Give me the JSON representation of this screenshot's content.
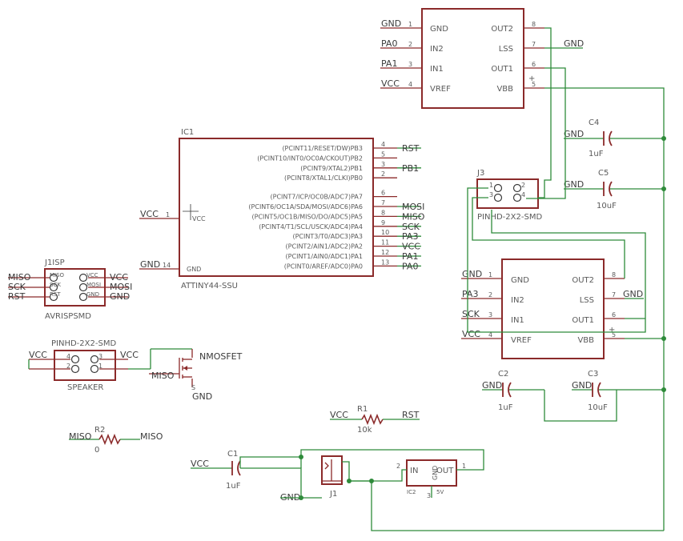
{
  "drivers": {
    "top": {
      "pins_left": [
        {
          "num": "1",
          "name": "GND",
          "net": "GND"
        },
        {
          "num": "2",
          "name": "IN2",
          "net": "PA0"
        },
        {
          "num": "3",
          "name": "IN1",
          "net": "PA1"
        },
        {
          "num": "4",
          "name": "VREF",
          "net": "VCC"
        }
      ],
      "pins_right": [
        {
          "num": "8",
          "name": "OUT2"
        },
        {
          "num": "7",
          "name": "LSS",
          "net": "GND"
        },
        {
          "num": "6",
          "name": "OUT1"
        },
        {
          "num": "5",
          "name": "VBB"
        }
      ]
    },
    "bottom": {
      "pins_left": [
        {
          "num": "1",
          "name": "GND",
          "net": "GND"
        },
        {
          "num": "2",
          "name": "IN2",
          "net": "PA3"
        },
        {
          "num": "3",
          "name": "IN1",
          "net": "SCK"
        },
        {
          "num": "4",
          "name": "VREF",
          "net": "VCC"
        }
      ],
      "pins_right": [
        {
          "num": "8",
          "name": "OUT2"
        },
        {
          "num": "7",
          "name": "LSS",
          "net": "GND"
        },
        {
          "num": "6",
          "name": "OUT1"
        },
        {
          "num": "5",
          "name": "VBB"
        }
      ]
    }
  },
  "ic1": {
    "ref": "IC1",
    "value": "ATTINY44-SSU",
    "vcc_net": "VCC",
    "vcc_pin": "1",
    "vcc_name": "VCC",
    "gnd_net": "GND",
    "gnd_pin": "14",
    "gnd_name": "GND",
    "pins": [
      {
        "name": "(PCINT11/RESET/DW)PB3",
        "num": "4",
        "net": "RST"
      },
      {
        "name": "(PCINT10/INT0/OC0A/CKOUT)PB2",
        "num": "5",
        "net": ""
      },
      {
        "name": "(PCINT9/XTAL2)PB1",
        "num": "3",
        "net": "PB1"
      },
      {
        "name": "(PCINT8/XTAL1/CLKI)PB0",
        "num": "2",
        "net": ""
      },
      {
        "name": "(PCINT7/ICP/OC0B/ADC7)PA7",
        "num": "6",
        "net": ""
      },
      {
        "name": "(PCINT6/OC1A/SDA/MOSI/ADC6)PA6",
        "num": "7",
        "net": "MOSI"
      },
      {
        "name": "(PCINT5/OC1B/MISO/DO/ADC5)PA5",
        "num": "8",
        "net": "MISO"
      },
      {
        "name": "(PCINT4/T1/SCL/USCK/ADC4)PA4",
        "num": "9",
        "net": "SCK"
      },
      {
        "name": "(PCINT3/T0/ADC3)PA3",
        "num": "10",
        "net": "PA3"
      },
      {
        "name": "(PCINT2/AIN1/ADC2)PA2",
        "num": "11",
        "net": "VCC"
      },
      {
        "name": "(PCINT1/AIN0/ADC1)PA1",
        "num": "12",
        "net": "PA1"
      },
      {
        "name": "(PCINT0/AREF/ADC0)PA0",
        "num": "13",
        "net": "PA0"
      }
    ]
  },
  "j1isp": {
    "ref": "J1ISP",
    "value": "AVRISPSMD",
    "pad_left": [
      "MISO",
      "SCK",
      "RST"
    ],
    "pad_right": [
      "VCC",
      "MOSI",
      "GND"
    ],
    "net_left": [
      "MISO",
      "SCK",
      "RST"
    ],
    "net_right": [
      "VCC",
      "MOSI",
      "GND"
    ]
  },
  "speaker": {
    "value": "PINHD-2X2-SMD",
    "label": "SPEAKER",
    "pins": [
      "4",
      "3",
      "2",
      "1"
    ],
    "net_left": "VCC",
    "net_right": "VCC"
  },
  "mosfet": {
    "value": "NMOSFET",
    "gate_net": "MISO",
    "source_label": "S",
    "source_net": "GND"
  },
  "j3": {
    "ref": "J3",
    "value": "PINHD-2X2-SMD",
    "pins": [
      "3",
      "1",
      "2",
      "4"
    ]
  },
  "caps": {
    "c4": {
      "ref": "C4",
      "value": "1uF",
      "net": "GND"
    },
    "c5": {
      "ref": "C5",
      "value": "10uF",
      "net": "GND"
    },
    "c2": {
      "ref": "C2",
      "value": "1uF",
      "net": "GND"
    },
    "c3": {
      "ref": "C3",
      "value": "10uF",
      "net": "GND"
    },
    "c1": {
      "ref": "C1",
      "value": "1uF",
      "net": "VCC"
    }
  },
  "r1": {
    "ref": "R1",
    "value": "10k",
    "net_left": "VCC",
    "net_right": "RST"
  },
  "r2": {
    "ref": "R2",
    "value": "0",
    "net_left": "MISO",
    "net_right": "MISO"
  },
  "j1": {
    "ref": "J1",
    "gnd_net": "GND"
  },
  "ic2": {
    "ref": "IC2",
    "in": "IN",
    "out": "OUT",
    "gnd": "GND",
    "pin_in": "2",
    "pin_out": "1",
    "pin_gnd": "3",
    "voltage": "5V"
  }
}
